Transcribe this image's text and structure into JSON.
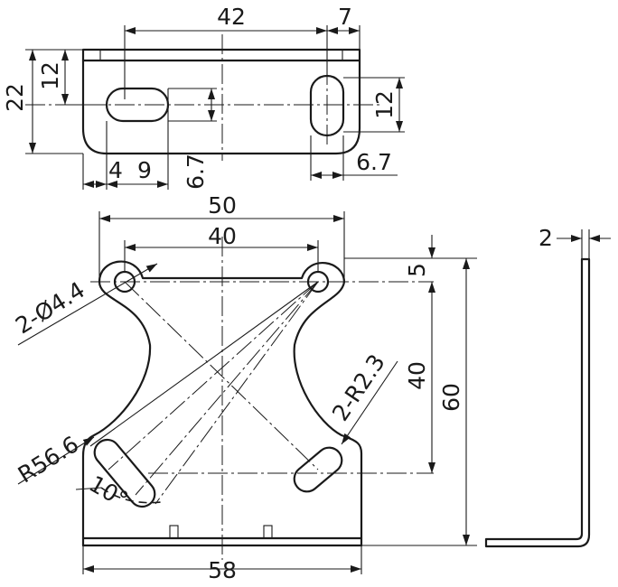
{
  "top_view": {
    "dim_width": "42",
    "dim_right_offset": "7",
    "dim_height": "22",
    "dim_slot_center": "12",
    "dim_right_slot": "12",
    "dim_left_a": "4",
    "dim_left_b": "9",
    "dim_slot_depth": "6.7",
    "dim_right_depth": "6.7"
  },
  "front_view": {
    "dim_top_width": "50",
    "dim_hole_spacing": "40",
    "dim_holes": "2-Ø4.4",
    "dim_top_offset": "5",
    "dim_vertical": "40",
    "dim_height": "60",
    "dim_slots": "2-R2.3",
    "dim_radius": "R56.6",
    "dim_angle": "10°",
    "dim_bottom_width": "58"
  },
  "side_view": {
    "dim_thickness": "2"
  }
}
